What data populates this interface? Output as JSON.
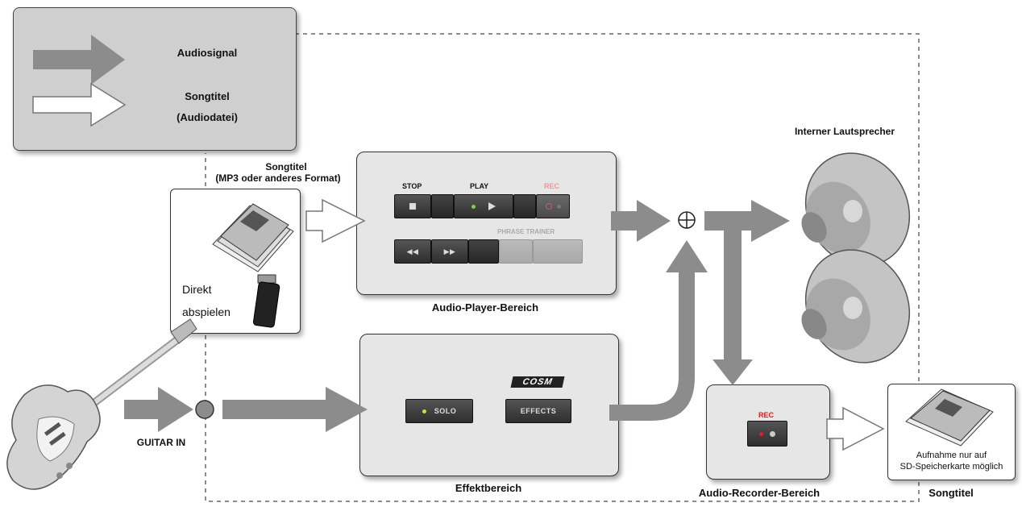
{
  "legend": {
    "audio_signal": "Audiosignal",
    "song_title_line1": "Songtitel",
    "song_title_line2": "(Audiodatei)"
  },
  "source": {
    "title_line1": "Songtitel",
    "title_line2": "(MP3 oder anderes Format)",
    "direct_line1": "Direkt",
    "direct_line2": "abspielen"
  },
  "player": {
    "caption": "Audio-Player-Bereich",
    "stop_label": "STOP",
    "play_label": "PLAY",
    "rec_label": "REC",
    "phrase_trainer_label": "PHRASE TRAINER"
  },
  "effects": {
    "caption": "Effektbereich",
    "solo_label": "SOLO",
    "effects_label": "EFFECTS",
    "cosm_logo": "COSM"
  },
  "guitar": {
    "input_label": "GUITAR IN"
  },
  "speaker": {
    "caption": "Interner Lautsprecher"
  },
  "recorder": {
    "caption": "Audio-Recorder-Bereich",
    "rec_label": "REC"
  },
  "output": {
    "note_line1": "Aufnahme nur auf",
    "note_line2": "SD-Speicherkarte möglich",
    "caption": "Songtitel"
  },
  "mixer_symbol": "⊕",
  "colors": {
    "arrow_gray": "#8c8c8c",
    "box_fill": "#e6e6e6",
    "legend_fill": "#cfcfcf",
    "led_green": "#7cd14a",
    "led_red": "#e02020",
    "rec_red": "#d42020"
  }
}
